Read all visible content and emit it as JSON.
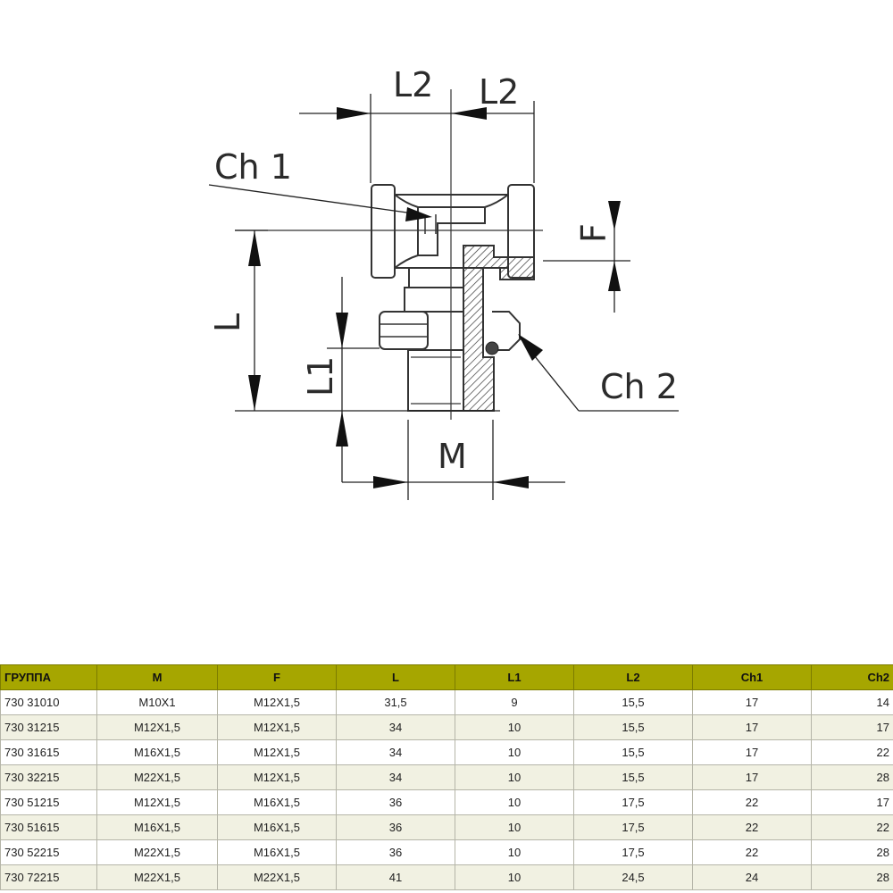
{
  "drawing": {
    "labels": {
      "l2_left": "L2",
      "l2_right": "L2",
      "ch1": "Ch 1",
      "ch2": "Ch 2",
      "f": "F",
      "l": "L",
      "l1": "L1",
      "m": "M"
    }
  },
  "table": {
    "headers": [
      "ГРУППА",
      "M",
      "F",
      "L",
      "L1",
      "L2",
      "Ch1",
      "Ch2"
    ],
    "rows": [
      [
        "730 31010",
        "M10X1",
        "M12X1,5",
        "31,5",
        "9",
        "15,5",
        "17",
        "14"
      ],
      [
        "730 31215",
        "M12X1,5",
        "M12X1,5",
        "34",
        "10",
        "15,5",
        "17",
        "17"
      ],
      [
        "730 31615",
        "M16X1,5",
        "M12X1,5",
        "34",
        "10",
        "15,5",
        "17",
        "22"
      ],
      [
        "730 32215",
        "M22X1,5",
        "M12X1,5",
        "34",
        "10",
        "15,5",
        "17",
        "28"
      ],
      [
        "730 51215",
        "M12X1,5",
        "M16X1,5",
        "36",
        "10",
        "17,5",
        "22",
        "17"
      ],
      [
        "730 51615",
        "M16X1,5",
        "M16X1,5",
        "36",
        "10",
        "17,5",
        "22",
        "22"
      ],
      [
        "730 52215",
        "M22X1,5",
        "M16X1,5",
        "36",
        "10",
        "17,5",
        "22",
        "28"
      ],
      [
        "730 72215",
        "M22X1,5",
        "M22X1,5",
        "41",
        "10",
        "24,5",
        "24",
        "28"
      ]
    ]
  }
}
